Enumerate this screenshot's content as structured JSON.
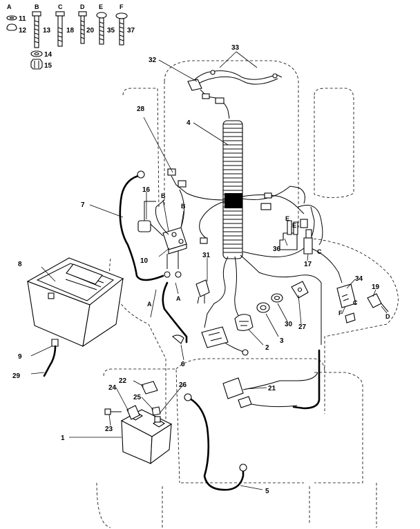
{
  "hardware": [
    {
      "letter": "A",
      "items": [
        "11",
        "12"
      ]
    },
    {
      "letter": "B",
      "items": [
        "13"
      ]
    },
    {
      "letter": "C",
      "items": [
        "18"
      ]
    },
    {
      "letter": "D",
      "items": [
        "20"
      ]
    },
    {
      "letter": "E",
      "items": [
        "35"
      ]
    },
    {
      "letter": "F",
      "items": [
        "37"
      ]
    },
    {
      "letter": "",
      "items": [
        "14",
        "15"
      ]
    }
  ],
  "callouts": [
    "1",
    "2",
    "3",
    "4",
    "5",
    "6",
    "7",
    "8",
    "9",
    "10",
    "16",
    "17",
    "19",
    "21",
    "22",
    "23",
    "24",
    "25",
    "26",
    "27",
    "28",
    "29",
    "30",
    "31",
    "32",
    "33",
    "34",
    "36"
  ],
  "letter_marks": [
    "A",
    "A",
    "B",
    "B",
    "C",
    "C",
    "D",
    "E",
    "E",
    "F"
  ]
}
